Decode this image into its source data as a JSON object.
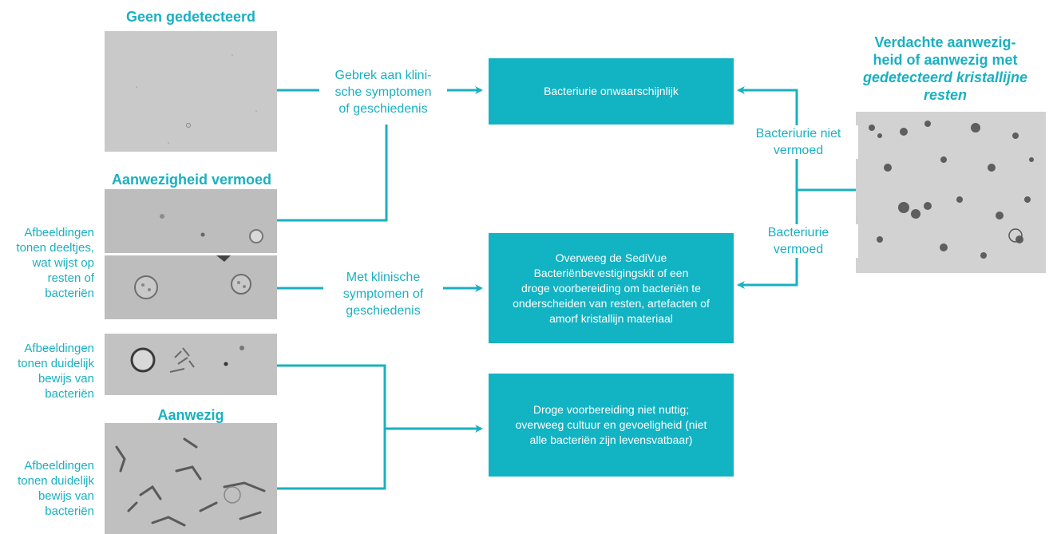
{
  "headings": {
    "none": "Geen gedetecteerd",
    "suspected": "Aanwezigheid vermoed",
    "present": "Aanwezig",
    "right_line1": "Verdachte aanwezig-",
    "right_line2": "heid of aanwezig met",
    "right_line3": "gedetecteerd kristallijne",
    "right_line4": "resten"
  },
  "side_notes": {
    "particles": [
      "Afbeeldingen",
      "tonen deeltjes,",
      "wat wijst op",
      "resten of",
      "bacteriën"
    ],
    "evidence1": [
      "Afbeeldingen",
      "tonen duidelijk",
      "bewijs van",
      "bacteriën"
    ],
    "evidence2": [
      "Afbeeldingen",
      "tonen duidelijk",
      "bewijs van",
      "bacteriën"
    ]
  },
  "edge_labels": {
    "no_symptoms": [
      "Gebrek aan klini-",
      "sche symptomen",
      "of geschiedenis"
    ],
    "with_symptoms": [
      "Met klinische",
      "symptomen of",
      "geschiedenis"
    ],
    "not_suspected": [
      "Bacteriurie niet",
      "vermoed"
    ],
    "suspected": [
      "Bacteriurie",
      "vermoed"
    ]
  },
  "boxes": {
    "unlikely": [
      "Bacteriurie onwaarschijnlijk"
    ],
    "consider": [
      "Overweeg de SediVue",
      "Bacteriënbevestigingskit of een",
      "droge voorbereiding om bacteriën te",
      "onderscheiden van resten, artefacten of",
      "amorf kristallijn materiaal"
    ],
    "dry_prep": [
      "Droge voorbereiding niet nuttig;",
      "overweeg cultuur en gevoeligheid (niet",
      "alle bacteriën zijn levensvatbaar)"
    ]
  },
  "colors": {
    "accent": "#1ab0c0",
    "box": "#12b3c3"
  }
}
